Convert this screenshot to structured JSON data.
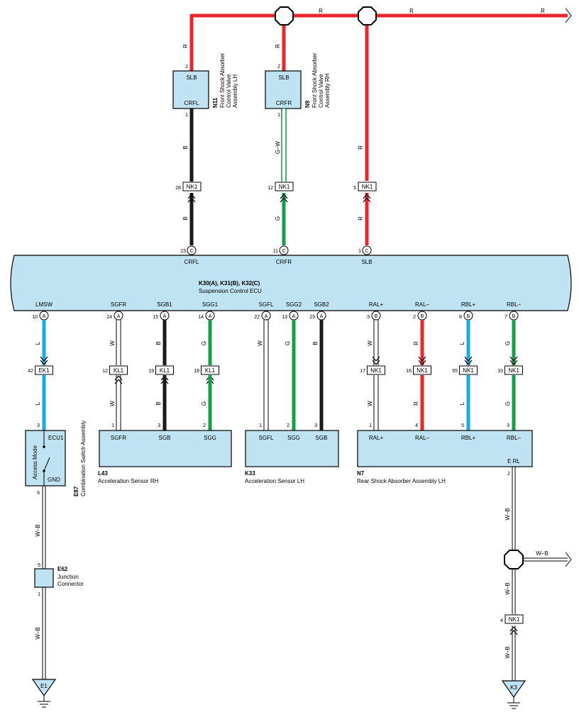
{
  "top_bus": {
    "wire_labels": [
      "R",
      "R",
      "R"
    ],
    "color": "#e8262d"
  },
  "n11": {
    "pin_top": "2",
    "term_top": "SLB",
    "term_bottom": "CRFL",
    "pin_bottom": "1",
    "code": "N11",
    "name_lines": [
      "Front Shock Absorber",
      "Control Valve",
      "Assembly LH"
    ],
    "wire_top": "R"
  },
  "n9": {
    "pin_top": "2",
    "term_top": "SLB",
    "term_bottom": "CRFR",
    "pin_bottom": "1",
    "code": "N9",
    "name_lines": [
      "Front Shock Absorber",
      "Control Valve",
      "Assembly RH"
    ],
    "wire_top": "R"
  },
  "upper_wires": [
    {
      "upper_color": "B",
      "pin": "28",
      "connector": "NK1",
      "lower_color": "B",
      "ecu_pin": "23",
      "ecu_conn": "C",
      "ecu_label": "CRFL"
    },
    {
      "upper_color": "G–W",
      "pin": "12",
      "connector": "NK1",
      "lower_color": "G",
      "ecu_pin": "11",
      "ecu_conn": "C",
      "ecu_label": "CRFR"
    },
    {
      "upper_color": "R",
      "pin": "5",
      "connector": "NK1",
      "lower_color": "R",
      "ecu_pin": "1",
      "ecu_conn": "C",
      "ecu_label": "SLB"
    }
  ],
  "ecu": {
    "code_line": "K30(A), K31(B), K32(C)",
    "name": "Suspension Control ECU"
  },
  "lower_wires": [
    {
      "label": "LMSW",
      "pin": "10",
      "conn": "A",
      "color": "L",
      "int_pin": "42",
      "int_conn": "EK1",
      "color2": "L",
      "dev_pin": "3"
    },
    {
      "label": "SGFR",
      "pin": "24",
      "conn": "A",
      "color": "W",
      "int_pin": "12",
      "int_conn": "KL1",
      "color2": "W",
      "dev_pin": "1"
    },
    {
      "label": "SGB1",
      "pin": "15",
      "conn": "A",
      "color": "B",
      "int_pin": "19",
      "int_conn": "KL1",
      "color2": "B",
      "dev_pin": "3"
    },
    {
      "label": "SGG1",
      "pin": "14",
      "conn": "A",
      "color": "G",
      "int_pin": "18",
      "int_conn": "KL1",
      "color2": "G",
      "dev_pin": "2"
    },
    {
      "label": "SGFL",
      "pin": "22",
      "conn": "A",
      "color": "W",
      "dev_pin": "1"
    },
    {
      "label": "SGG2",
      "pin": "13",
      "conn": "A",
      "color": "G",
      "dev_pin": "2"
    },
    {
      "label": "SGB2",
      "pin": "23",
      "conn": "A",
      "color": "B",
      "dev_pin": "3"
    },
    {
      "label": "RAL+",
      "pin": "3",
      "conn": "B",
      "color": "W",
      "int_pin": "17",
      "int_conn": "NK1",
      "color2": "W",
      "dev_pin": "1"
    },
    {
      "label": "RAL–",
      "pin": "2",
      "conn": "B",
      "color": "R",
      "int_pin": "16",
      "int_conn": "NK1",
      "color2": "R",
      "dev_pin": "4"
    },
    {
      "label": "RBL+",
      "pin": "8",
      "conn": "B",
      "color": "L",
      "int_pin": "55",
      "int_conn": "NK1",
      "color2": "L",
      "dev_pin": "5"
    },
    {
      "label": "RBL–",
      "pin": "7",
      "conn": "B",
      "color": "G",
      "int_pin": "33",
      "int_conn": "NK1",
      "color2": "G",
      "dev_pin": "3"
    }
  ],
  "e87": {
    "term1": "ECU1",
    "mode": "Access Mode",
    "gnd": "GND",
    "pin_gnd": "6",
    "code": "E87",
    "name": "Combination Switch Assembly",
    "wire": "W–B"
  },
  "l43": {
    "terms": [
      "SGFR",
      "SGB",
      "SGG"
    ],
    "code": "L43",
    "name": "Acceleration Sensor RH"
  },
  "k33": {
    "terms": [
      "SGFL",
      "SGG",
      "SGB"
    ],
    "code": "K33",
    "name": "Acceleration Sensor LH"
  },
  "n7": {
    "terms": [
      "RAL+",
      "RAL–",
      "RBL+",
      "RBL–"
    ],
    "erl": "E RL",
    "pin_erl": "2",
    "code": "N7",
    "name": "Rear Shock Absorber Assembly LH"
  },
  "e62": {
    "pin_top": "5",
    "pin_bottom": "1",
    "code": "E62",
    "name_lines": [
      "Junction",
      "Connector"
    ],
    "wire": "W–B"
  },
  "ground_e1": {
    "label": "E1"
  },
  "right_ground": {
    "wire1": "W–B",
    "branch_wire": "W–B",
    "wire2": "W–B",
    "pin": "4",
    "connector": "NK1",
    "wire3": "W–B",
    "ground": "K3"
  },
  "colors": {
    "R": "#e8262d",
    "G": "#14a04b",
    "L": "#1aa9e1",
    "B": "#1a1a1a",
    "W": "#ffffff",
    "component_fill": "#bfe3f2"
  }
}
